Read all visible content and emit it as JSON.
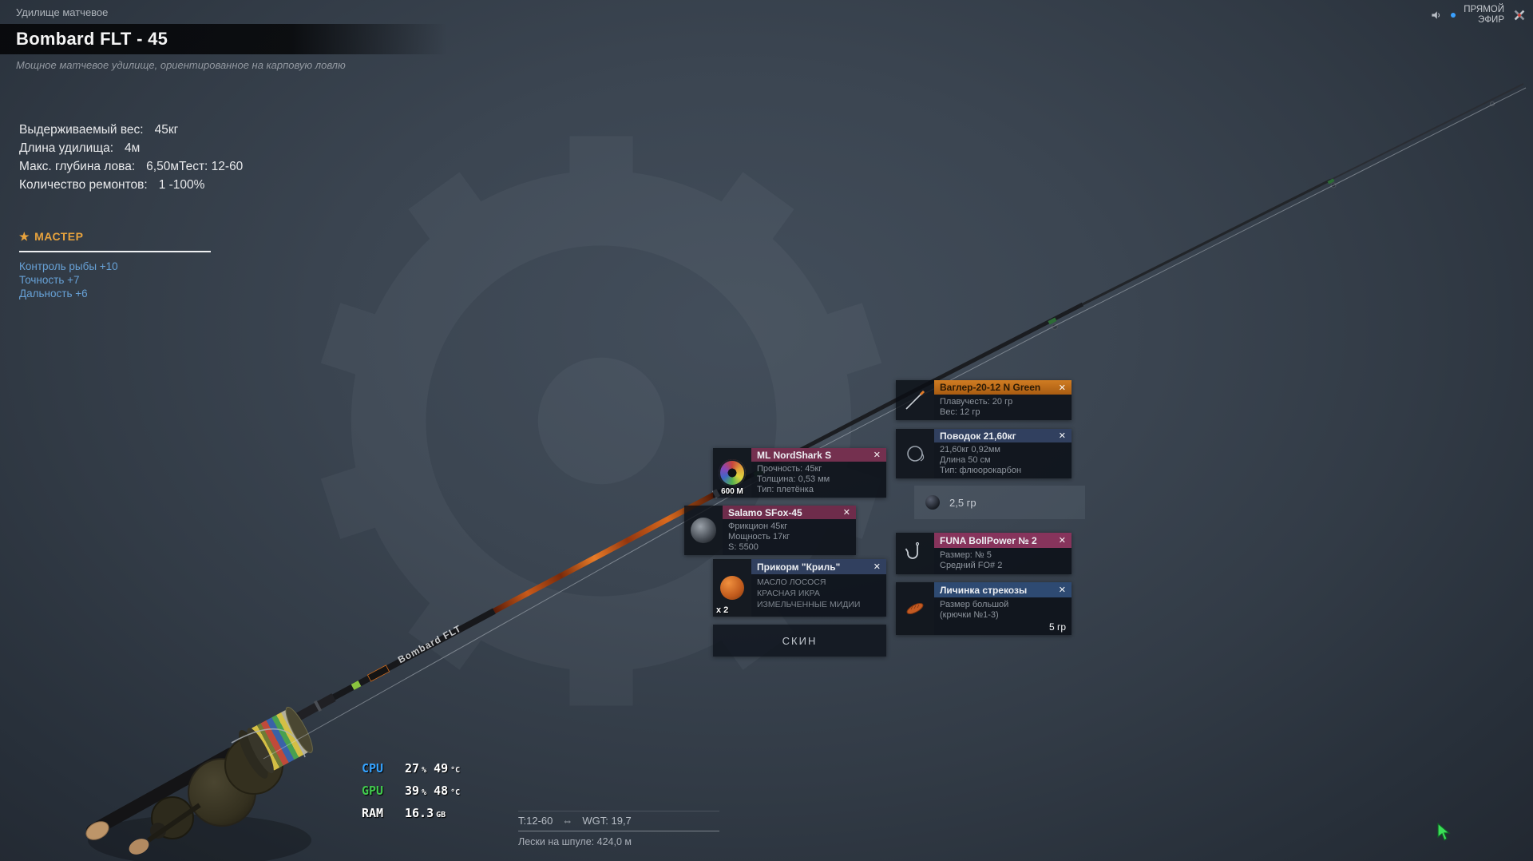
{
  "page": {
    "category": "Удилище матчевое",
    "title": "Bombard FLT - 45",
    "subtitle": "Мощное матчевое удилище, ориентированное на карповую ловлю"
  },
  "specs": [
    {
      "label": "Выдерживаемый вес:",
      "value": "45кг"
    },
    {
      "label": "Длина удилища:",
      "value": "4м"
    },
    {
      "label": "Макс. глубина лова:",
      "value": "6,50м",
      "extra": "Тест: 12-60"
    },
    {
      "label": "Количество ремонтов:",
      "value": "1 -100%"
    }
  ],
  "master": {
    "star": "★",
    "title": "МАСТЕР",
    "skills": [
      "Контроль рыбы +10",
      "Точность +7",
      "Дальность +6"
    ]
  },
  "rod": {
    "brand": "Bombard FLT"
  },
  "equipment": {
    "line": {
      "title": "ML NordShark S",
      "badge": "600 М",
      "lines": [
        "Прочность: 45кг",
        "Толщина: 0,53 мм",
        "Тип: плетёнка"
      ]
    },
    "reel": {
      "title": "Salamo SFox-45",
      "lines": [
        "Фрикцион 45кг",
        "Мощность 17кг",
        "S: 5500"
      ]
    },
    "bait": {
      "title": "Прикорм \"Криль\"",
      "count": "x 2",
      "lines": [
        "МАСЛО ЛОСОСЯ",
        "КРАСНАЯ ИКРА",
        "ИЗМЕЛЬЧЕННЫЕ МИДИИ"
      ]
    },
    "waggler": {
      "title": "Ваглер-20-12 N Green",
      "lines": [
        "Плавучесть: 20 гр",
        "Вес: 12 гр"
      ]
    },
    "leader": {
      "title": "Поводок  21,60кг",
      "lines": [
        "21,60кг  0,92мм",
        "Длина  50 см",
        "Тип: флюорокарбон"
      ]
    },
    "sinker": {
      "weight": "2,5 гр"
    },
    "hook": {
      "title": "FUNA BollPower № 2",
      "lines": [
        "Размер: № 5",
        "Средний FO# 2"
      ]
    },
    "larva": {
      "title": "Личинка стрекозы",
      "weight": "5 гр",
      "lines": [
        "Размер большой",
        "(крючки №1-3)"
      ]
    }
  },
  "perf": {
    "cpu": {
      "label": "CPU",
      "load": "27",
      "load_unit": "%",
      "temp": "49",
      "temp_unit": "°C"
    },
    "gpu": {
      "label": "GPU",
      "load": "39",
      "load_unit": "%",
      "temp": "48",
      "temp_unit": "°C"
    },
    "ram": {
      "label": "RAM",
      "value": "16.3",
      "unit": "GB"
    }
  },
  "bottom_info": {
    "test": "T:12-60",
    "arrow": "⇔",
    "weight": "WGT: 19,7",
    "spool": "Лески на шпуле: 424,0 м"
  },
  "topbar": {
    "live_line1": "ПРЯМОЙ",
    "live_line2": "ЭФИР"
  },
  "ui": {
    "close_glyph": "✕",
    "skin_label": "СКИН"
  },
  "colors": {
    "accent_orange": "#e8a33d",
    "skill_blue": "#67a1d6",
    "cpu_label": "#35a3ff",
    "gpu_label": "#41c94d",
    "waggler_header": "#c06b1d",
    "leader_header": "#31405f",
    "hook_header": "#87345c",
    "larva_header": "#2e4a72",
    "line_header": "#74304f",
    "reel_header": "#6e2c4b"
  }
}
